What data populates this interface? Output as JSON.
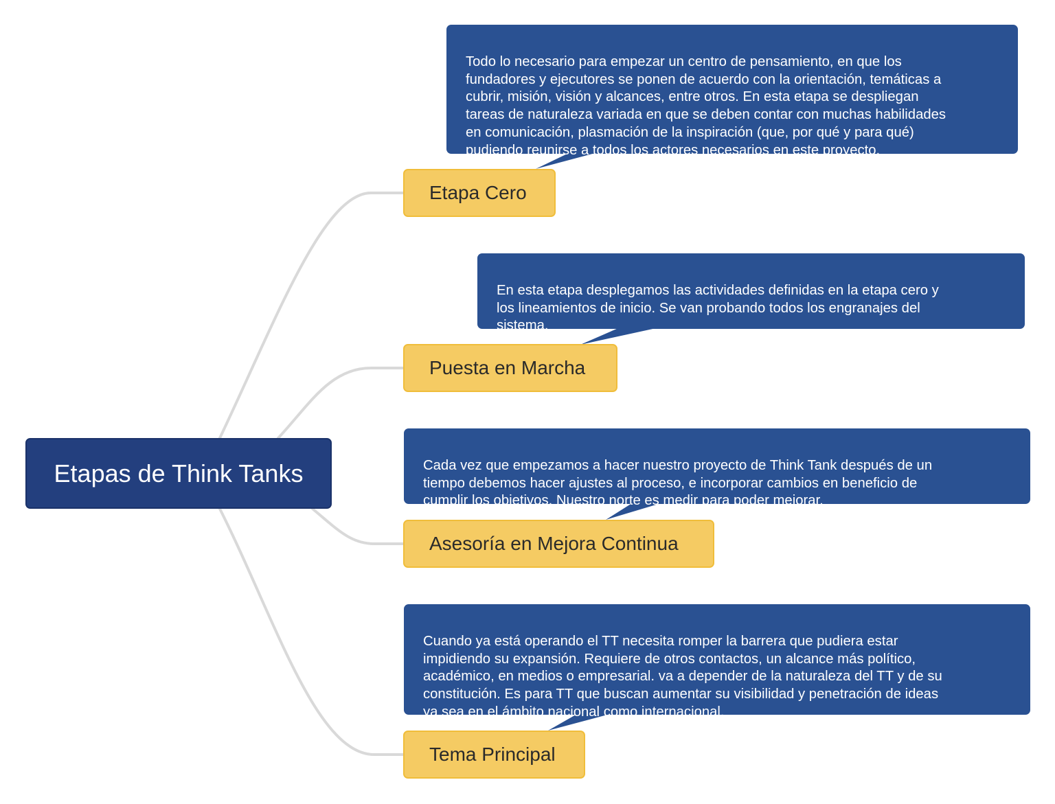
{
  "diagram": {
    "root": {
      "label": "Etapas de Think Tanks"
    },
    "branches": [
      {
        "label": "Etapa Cero",
        "note": "Todo lo necesario para empezar un centro de pensamiento, en que los\nfundadores y ejecutores se ponen de acuerdo con la orientación, temáticas a\ncubrir, misión, visión y alcances, entre otros. En esta etapa se despliegan\ntareas de naturaleza variada en que se deben contar con muchas habilidades\nen comunicación, plasmación de la inspiración (que, por qué y para qué)\npudiendo reunirse a todos los actores necesarios en este proyecto."
      },
      {
        "label": "Puesta en Marcha",
        "note": "En esta etapa desplegamos las actividades definidas en la etapa cero y\nlos lineamientos de inicio. Se van probando todos los engranajes del\nsistema."
      },
      {
        "label": "Asesoría en Mejora Continua",
        "note": "Cada vez que empezamos a hacer nuestro proyecto de Think Tank después de un\ntiempo debemos hacer ajustes al proceso, e incorporar cambios en beneficio de\ncumplir los objetivos. Nuestro norte es medir para poder mejorar."
      },
      {
        "label": "Tema Principal",
        "note": "Cuando ya está operando el TT necesita romper la barrera que pudiera estar\nimpidiendo su expansión. Requiere de otros contactos, un alcance más político,\nacadémico, en medios o empresarial. va a depender de la naturaleza del TT y de su\nconstitución. Es para TT que buscan aumentar su visibilidad y penetración de ideas\nya sea en el ámbito nacional como internacional."
      }
    ]
  },
  "colors": {
    "root_fill": "#233f7e",
    "topic_fill": "#f5cb63",
    "note_fill": "#2a5192",
    "connector": "#d9d9d9"
  }
}
